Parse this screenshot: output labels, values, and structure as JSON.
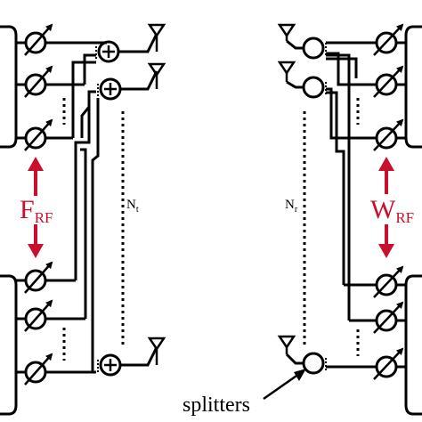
{
  "labels": {
    "f_main": "F",
    "f_sub": "RF",
    "w_main": "W",
    "w_sub": "RF",
    "nt_main": "N",
    "nt_sub": "t",
    "nr_main": "N",
    "nr_sub": "r",
    "splitters": "splitters"
  },
  "colors": {
    "ink": "#000000",
    "accent": "#c8102e",
    "background": "#ffffff"
  }
}
